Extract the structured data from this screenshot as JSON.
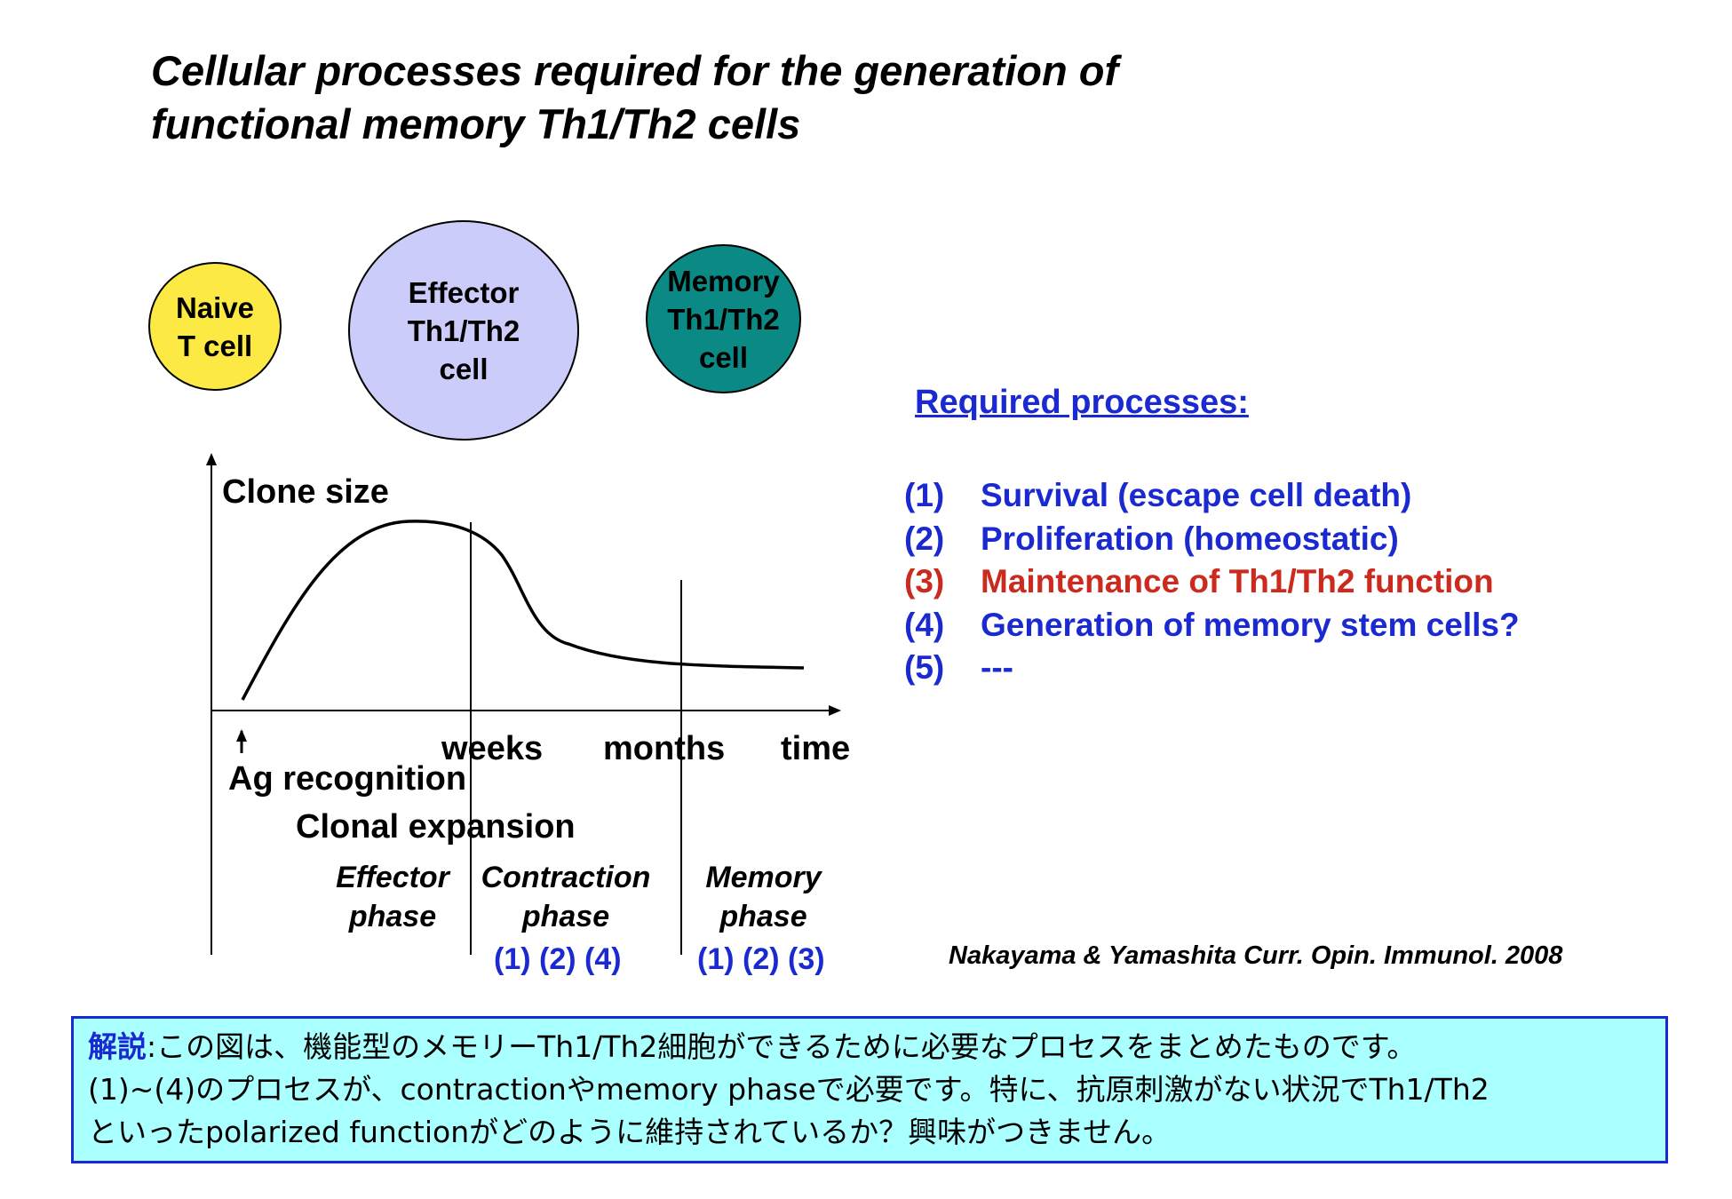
{
  "title_lines": [
    "Cellular processes required for the generation of",
    "functional memory Th1/Th2 cells"
  ],
  "cells": {
    "naive": {
      "label": "Naive\nT cell",
      "color": "#fce944"
    },
    "effector": {
      "label": "Effector\nTh1/Th2\ncell",
      "color": "#ccccfa"
    },
    "memory": {
      "label": "Memory\nTh1/Th2\ncell",
      "color": "#0b8a85"
    }
  },
  "graph": {
    "y_label": "Clone size",
    "x_ticks": [
      "weeks",
      "months",
      "time"
    ],
    "ag_recognition": "Ag recognition",
    "clonal_expansion": "Clonal expansion",
    "phases": [
      {
        "label": "Effector\nphase",
        "processes": ""
      },
      {
        "label": "Contraction\nphase",
        "processes": "(1) (2) (4)"
      },
      {
        "label": "Memory\nphase",
        "processes": "(1) (2) (3)"
      }
    ]
  },
  "required": {
    "heading": "Required processes:",
    "items": [
      {
        "num": "(1)",
        "text": "Survival (escape cell death)",
        "color": "#1a2ad0"
      },
      {
        "num": "(2)",
        "text": "Proliferation (homeostatic)",
        "color": "#1a2ad0"
      },
      {
        "num": "(3)",
        "text": "Maintenance of Th1/Th2 function",
        "color": "#cc2a1e"
      },
      {
        "num": "(4)",
        "text": "Generation of memory stem cells?",
        "color": "#1a2ad0"
      },
      {
        "num": "(5)",
        "text": "---",
        "color": "#1a2ad0"
      }
    ]
  },
  "citation": "Nakayama & Yamashita Curr. Opin. Immunol. 2008",
  "note": {
    "keyword": "解説",
    "line1": ":この図は、機能型のメモリーTh1/Th2細胞ができるために必要なプロセスをまとめたものです。",
    "line2": "(1)~(4)のプロセスが、contractionやmemory phaseで必要です。特に、抗原刺激がない状況でTh1/Th2",
    "line3": "といったpolarized functionがどのように維持されているか？興味がつきません。"
  }
}
